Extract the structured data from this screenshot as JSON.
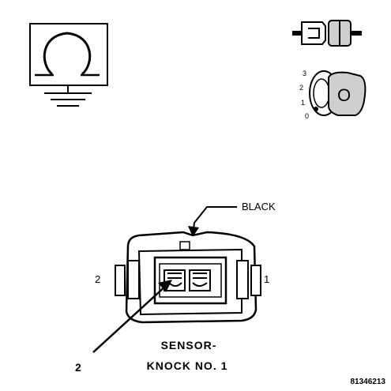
{
  "connector": {
    "color_label": "BLACK",
    "name_line1": "SENSOR-",
    "name_line2": "KNOCK NO. 1",
    "cavity_left": "2",
    "cavity_right": "1",
    "callout_number": "2"
  },
  "ignition_switch": {
    "positions": [
      "3",
      "2",
      "1",
      "0"
    ],
    "key_symbol": "O"
  },
  "figure_id": "81346213",
  "colors": {
    "line": "#000000",
    "background": "#ffffff",
    "shade": "#cfcfcf"
  }
}
